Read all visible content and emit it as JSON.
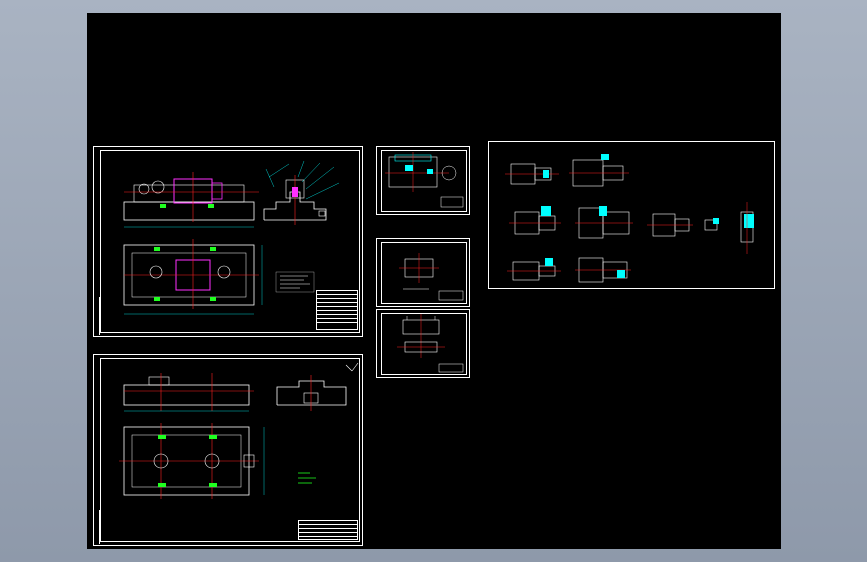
{
  "window": {
    "title": ""
  },
  "sheets": [
    {
      "id": "assembly-drawing",
      "kind": "fixture assembly"
    },
    {
      "id": "fixture-body-drawing",
      "kind": "fixture body"
    },
    {
      "id": "part-drawing-1",
      "kind": "part"
    },
    {
      "id": "part-drawing-2",
      "kind": "part"
    },
    {
      "id": "part-drawing-3",
      "kind": "part"
    },
    {
      "id": "process-sketches",
      "kind": "process sequence"
    }
  ],
  "colors": {
    "background": "#000000",
    "workspace_frame": "#9ba6b6",
    "outline": "#ffffff",
    "center_line": "#ff2020",
    "part_highlight": "#ff30ff",
    "fastener": "#20ff20",
    "dimension": "#00ffff"
  }
}
